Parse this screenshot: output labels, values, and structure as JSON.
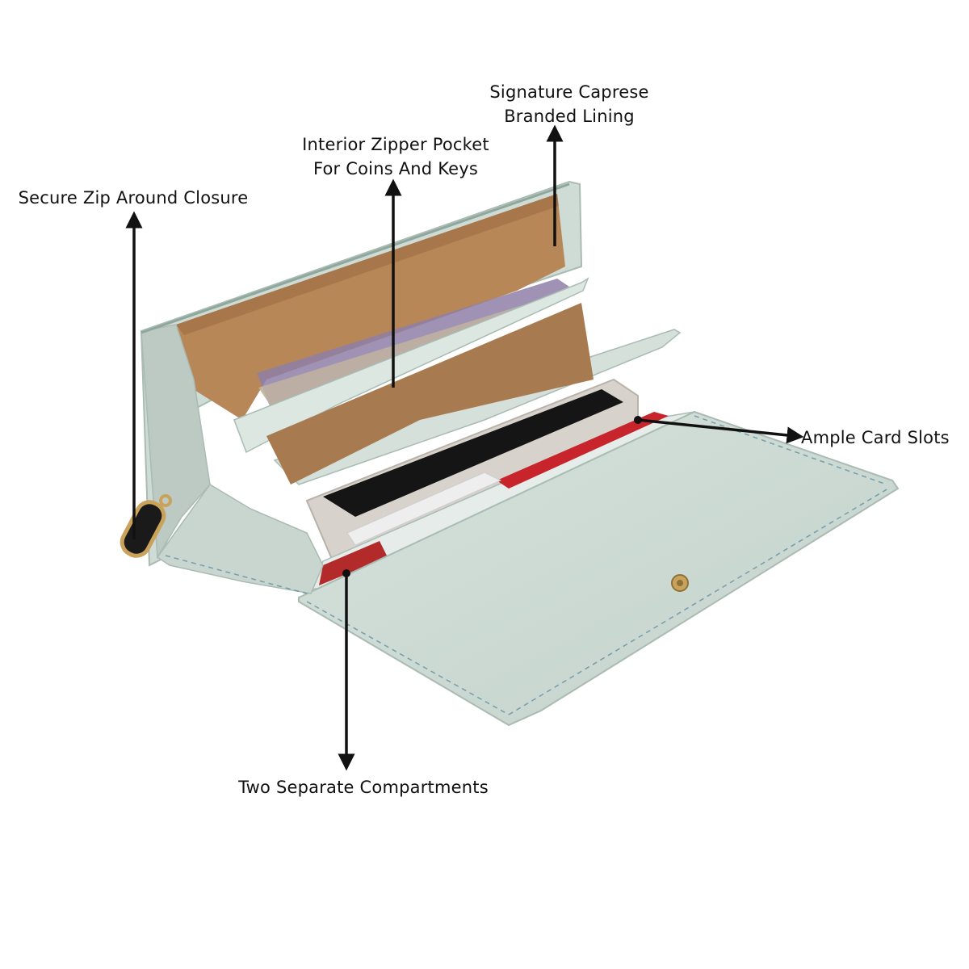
{
  "colors": {
    "background": "#ffffff",
    "wallet_exterior": "#cfdcd6",
    "wallet_light": "#dde7e2",
    "wallet_shadow": "#a9bbb3",
    "stitching": "#5f8ea0",
    "lining": "#b88758",
    "lining_dark": "#9b6c42",
    "zipper": "#c9a35b",
    "phone": "#d8d2cc",
    "phone_screen": "#151515",
    "card_red": "#c8242b",
    "card_white": "#eeeeee",
    "arrow": "#111111",
    "text": "#111111"
  },
  "callouts": {
    "lining": {
      "line1": "Signature Caprese",
      "line2": "Branded Lining"
    },
    "zipper_pocket": {
      "line1": "Interior Zipper Pocket",
      "line2": "For Coins And Keys"
    },
    "zip_closure": {
      "line1": "Secure Zip Around Closure"
    },
    "card_slots": {
      "line1": "Ample Card Slots"
    },
    "compartments": {
      "line1": "Two Separate Compartments"
    }
  }
}
